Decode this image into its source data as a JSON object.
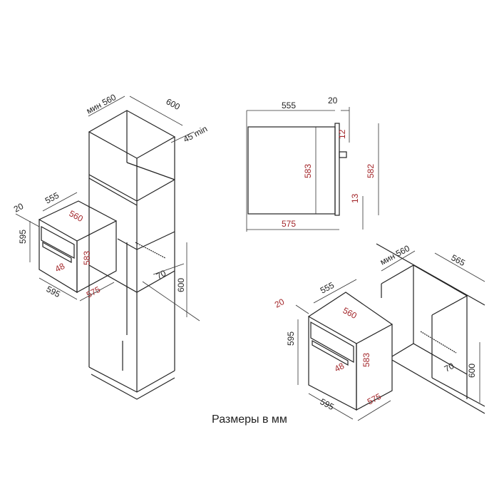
{
  "caption": "Размеры в мм",
  "colors": {
    "line": "#222222",
    "highlight": "#a3262a"
  },
  "tall_cabinet_view": {
    "cabinet_width": "мин 560",
    "cabinet_depth": "600",
    "rear_gap": "45 min",
    "niche_height": "600",
    "vent_depth": "70",
    "oven_depth": "555",
    "door_thickness": "20",
    "oven_height": "595",
    "oven_width": "595",
    "body_depth": "560",
    "body_height": "583",
    "handle_offset": "48",
    "body_width": "575"
  },
  "side_view": {
    "body_depth": "555",
    "door_thickness": "20",
    "top_offset": "12",
    "body_height": "583",
    "door_height": "582",
    "bottom_offset": "13",
    "total_depth": "575"
  },
  "under_counter_view": {
    "cabinet_width": "мин 560",
    "cabinet_depth": "565",
    "oven_depth": "555",
    "door_thickness": "20",
    "body_depth": "560",
    "oven_height": "595",
    "body_height": "583",
    "handle_offset": "48",
    "oven_width": "595",
    "body_width": "575",
    "vent_depth": "70",
    "niche_height": "600"
  }
}
